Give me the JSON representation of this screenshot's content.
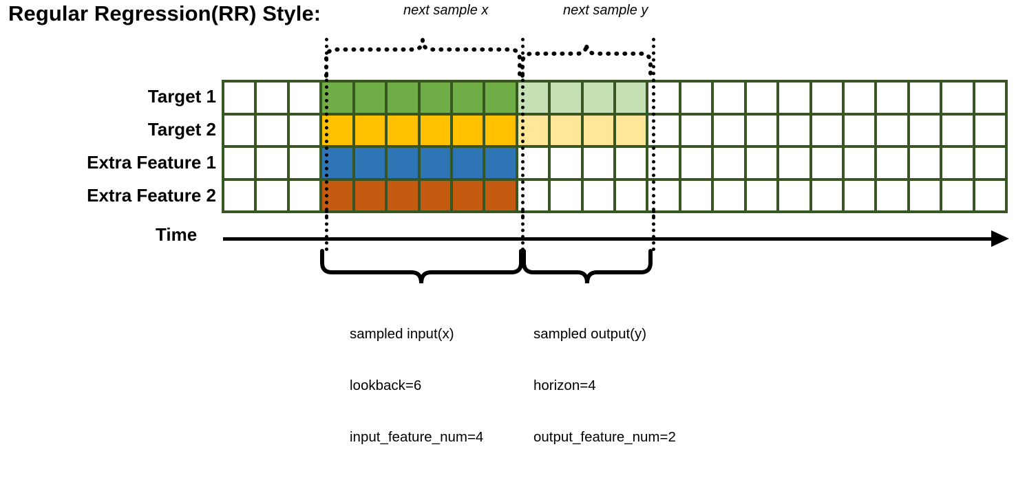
{
  "title": "Regular Regression(RR) Style:",
  "top_braces": {
    "x_label": "next sample x",
    "y_label": "next sample y"
  },
  "rows": [
    {
      "label": "Target 1",
      "fill": "#70AD47",
      "faded_fill": "#C5E0B4"
    },
    {
      "label": "Target 2",
      "fill": "#FFC000",
      "faded_fill": "#FFE699"
    },
    {
      "label": "Extra Feature 1",
      "fill": "#2E75B6",
      "faded_fill": null
    },
    {
      "label": "Extra Feature 2",
      "fill": "#C55A11",
      "faded_fill": null
    }
  ],
  "grid": {
    "columns": 24,
    "rows": 4,
    "border_color": "#375623",
    "empty_fill": "#FFFFFF",
    "input_start_col": 4,
    "input_end_col": 9,
    "output_start_col": 10,
    "output_end_col": 13
  },
  "time_axis": {
    "label": "Time",
    "arrow": "right-arrow-icon"
  },
  "bottom_annotations": {
    "input": {
      "line1": "sampled input(x)",
      "line2": "lookback=6",
      "line3": "input_feature_num=4"
    },
    "output": {
      "line1": "sampled output(y)",
      "line2": "horizon=4",
      "line3": "output_feature_num=2"
    }
  },
  "colors": {
    "grid_border": "#375623",
    "target1": "#70AD47",
    "target1_light": "#C5E0B4",
    "target2": "#FFC000",
    "target2_light": "#FFE699",
    "extra1": "#2E75B6",
    "extra2": "#C55A11",
    "line": "#000000"
  }
}
